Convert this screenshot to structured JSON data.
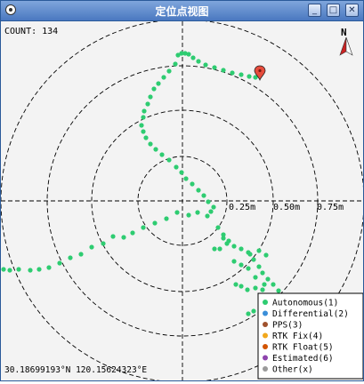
{
  "window": {
    "title": "定位点视图",
    "buttons": {
      "minimize": "_",
      "maximize": "□",
      "close": "✕"
    }
  },
  "readout": {
    "count": "COUNT: 134",
    "coords": "30.18699193°N  120.15624323°E"
  },
  "compass": {
    "label": "N"
  },
  "rings": {
    "labels": [
      "0.25m",
      "0.50m",
      "0.75m"
    ]
  },
  "legend": {
    "items": [
      {
        "label": "Autonomous(1)",
        "color": "#2ecc71"
      },
      {
        "label": "Differential(2)",
        "color": "#3b8fd9"
      },
      {
        "label": "PPS(3)",
        "color": "#a0522d"
      },
      {
        "label": "RTK Fix(4)",
        "color": "#f2a81d"
      },
      {
        "label": "RTK Float(5)",
        "color": "#d35400"
      },
      {
        "label": "Estimated(6)",
        "color": "#8e44ad"
      },
      {
        "label": "Other(x)",
        "color": "#9a9a9a"
      }
    ]
  },
  "colors": {
    "point": "#2ecc71",
    "marker": "#e74c3c",
    "grid": "#000000"
  }
}
